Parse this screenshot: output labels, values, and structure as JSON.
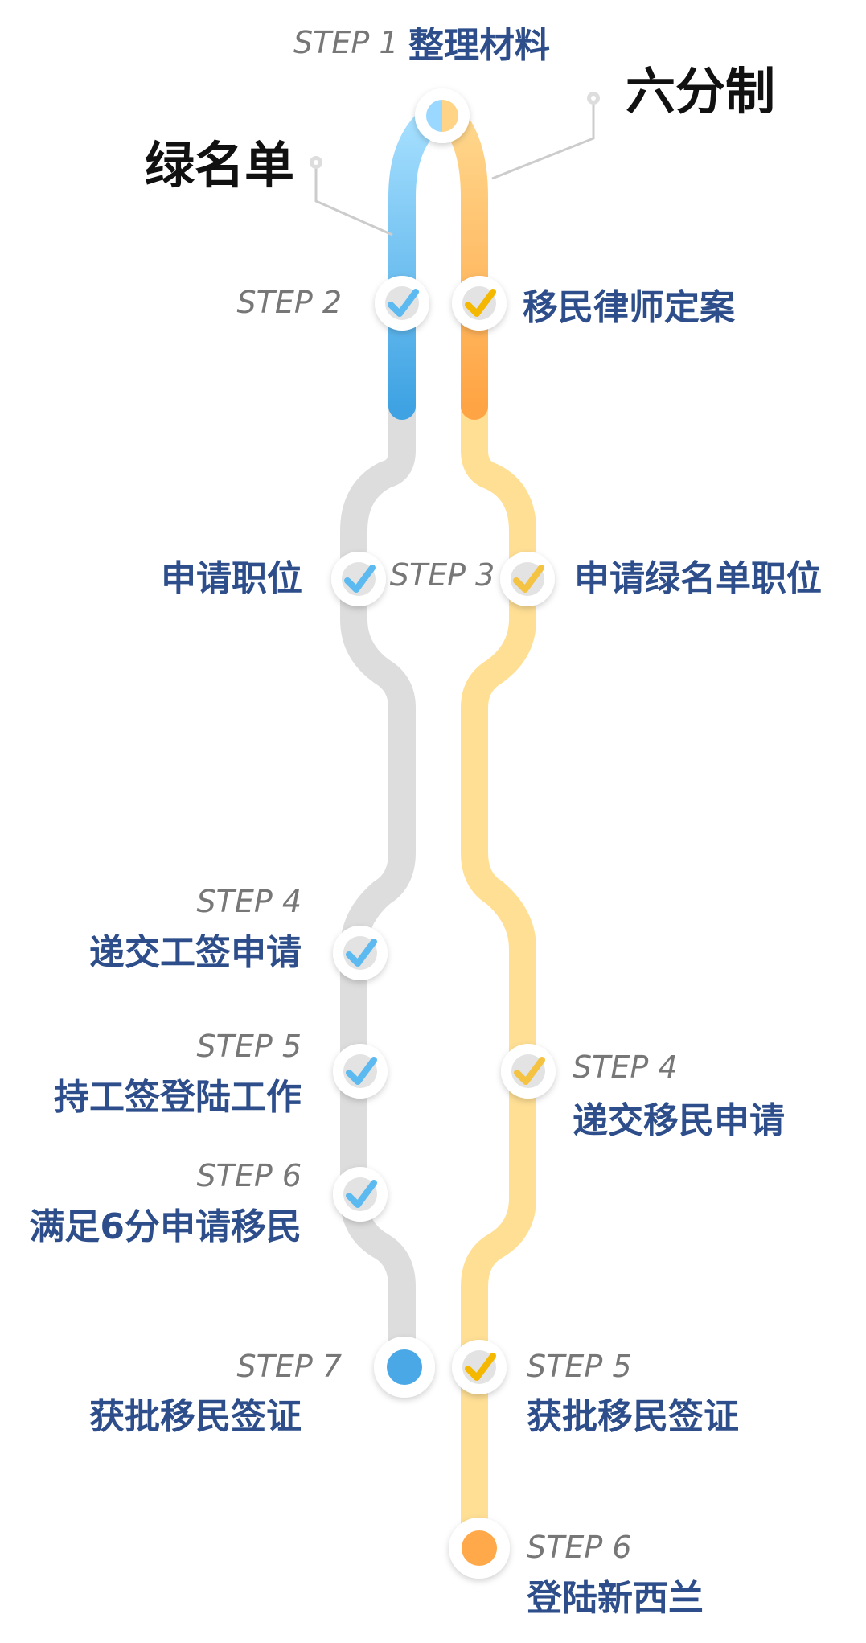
{
  "routes": {
    "green_card": "绿名单",
    "six_points": "六分制"
  },
  "start": {
    "step": "STEP 1",
    "label": "整理材料"
  },
  "shared": {
    "step": "STEP 2",
    "label": "移民律师定案"
  },
  "step3": {
    "step": "STEP 3",
    "left_label": "申请职位",
    "right_label": "申请绿名单职位"
  },
  "left_path": [
    {
      "step": "STEP 4",
      "label": "递交工签申请"
    },
    {
      "step": "STEP 5",
      "label": "持工签登陆工作"
    },
    {
      "step": "STEP 6",
      "label": "满足6分申请移民"
    },
    {
      "step": "STEP 7",
      "label": "获批移民签证"
    }
  ],
  "right_path": [
    {
      "step": "STEP 4",
      "label": "递交移民申请"
    },
    {
      "step": "STEP 5",
      "label": "获批移民签证"
    },
    {
      "step": "STEP 6",
      "label": "登陆新西兰"
    }
  ],
  "colors": {
    "blue": "#4aa8e6",
    "blue_light": "#9ad8ff",
    "orange": "#ffa94a",
    "orange_light": "#ffd486",
    "gray_track": "#dddddd",
    "gold_track": "#ffdf94",
    "text_blue": "#2d4e8a",
    "step_gray": "#777777"
  }
}
